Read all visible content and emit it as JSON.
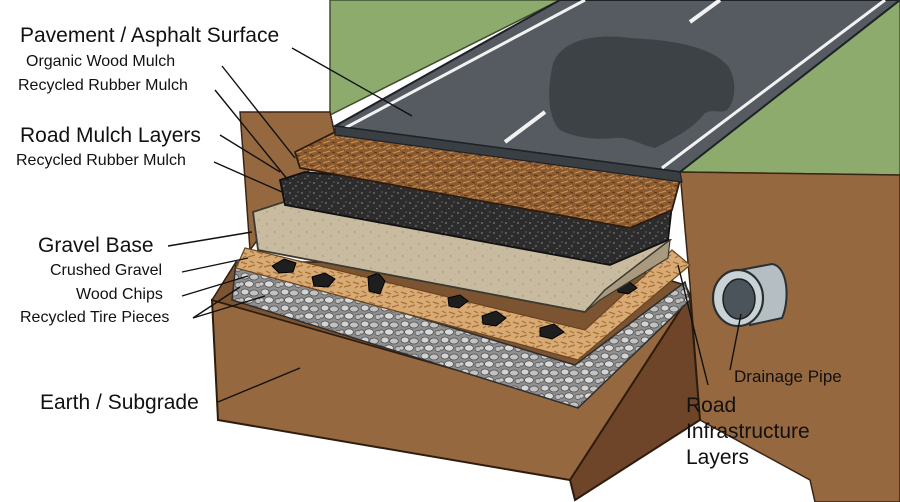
{
  "diagram": {
    "labels": {
      "pavement_surface": "Pavement / Asphalt Surface",
      "organic_wood_mulch": "Organic Wood Mulch",
      "recycled_rubber_mulch_top": "Recycled Rubber Mulch",
      "road_mulch_layers": "Road Mulch Layers",
      "recycled_rubber_mulch_mid": "Recycled Rubber Mulch",
      "gravel_base": "Gravel Base",
      "crushed_gravel": "Crushed Gravel",
      "wood_chips": "Wood Chips",
      "recycled_tire_pieces": "Recycled Tire Pieces",
      "earth_subgrade": "Earth / Subgrade",
      "drainage_pipe": "Drainage Pipe",
      "road_infrastructure_line1": "Road",
      "road_infrastructure_line2": "Infrastructure",
      "road_infrastructure_line3": "Layers"
    },
    "colors": {
      "grass": "#8cab6c",
      "asphalt": "#555b61",
      "earth": "#96683f",
      "earth_dark": "#6e4528",
      "wood_mulch": "#8a5a30",
      "rubber_mulch": "#2c2c2c",
      "gravel_base": "#c9bba0",
      "wood_chips": "#d8aa74",
      "crushed_gravel": "#b7b7b7",
      "pipe": "#b5bfc3",
      "car": "#3d4247"
    }
  }
}
